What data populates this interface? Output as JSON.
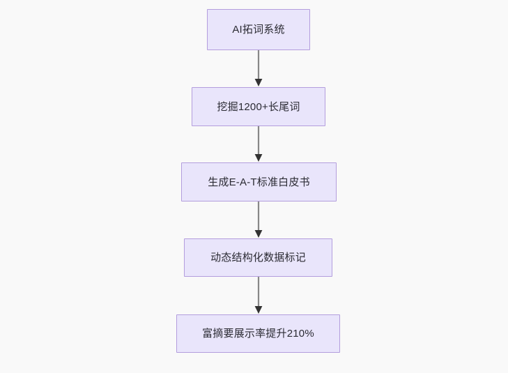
{
  "diagram": {
    "type": "flowchart",
    "orientation": "top-to-bottom",
    "background_color": "#f9f9f9",
    "node_fill_color": "#e9e5fb",
    "node_border_color": "#b39ddd",
    "node_text_color": "#2b2b33",
    "connector_color": "#888888",
    "arrowhead_color": "#333333",
    "nodes": [
      {
        "id": "n1",
        "label": "AI拓词系统"
      },
      {
        "id": "n2",
        "label": "挖掘1200+长尾词"
      },
      {
        "id": "n3",
        "label": "生成E-A-T标准白皮书"
      },
      {
        "id": "n4",
        "label": "动态结构化数据标记"
      },
      {
        "id": "n5",
        "label": "富摘要展示率提升210%"
      }
    ],
    "edges": [
      {
        "from": "n1",
        "to": "n2",
        "label": ""
      },
      {
        "from": "n2",
        "to": "n3",
        "label": ""
      },
      {
        "from": "n3",
        "to": "n4",
        "label": ""
      },
      {
        "from": "n4",
        "to": "n5",
        "label": ""
      }
    ]
  }
}
